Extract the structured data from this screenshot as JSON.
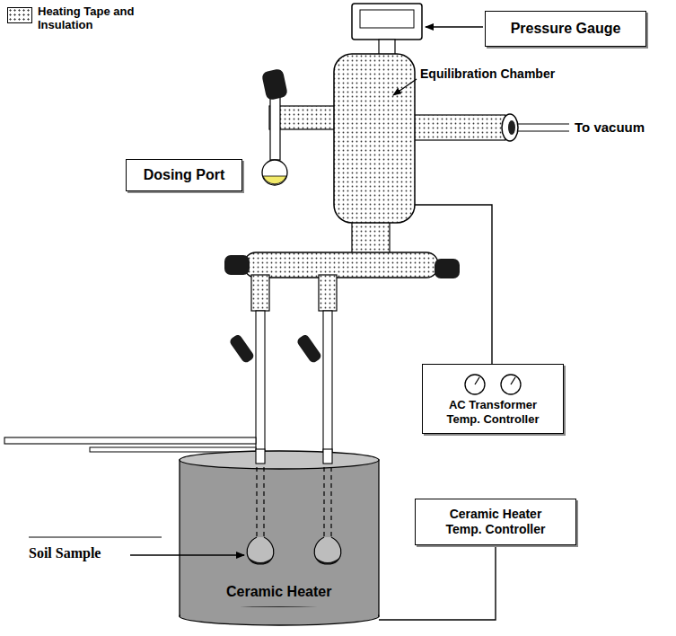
{
  "diagram": {
    "nodes": [
      {
        "text": [
          "Pressure Gauge"
        ]
      },
      {
        "text": [
          "Dosing Port"
        ]
      },
      {
        "text": [
          "AC Transformer Temp. Controller"
        ]
      },
      {
        "text": [
          "Ceramic Heater Temp. Controller"
        ]
      }
    ],
    "labels": [
      "Equilibration Chamber",
      "To vacuum",
      "Soil Sample",
      "Ceramic Heater"
    ],
    "legend": [
      {
        "text": "Heating Tape and Insulation"
      }
    ]
  }
}
